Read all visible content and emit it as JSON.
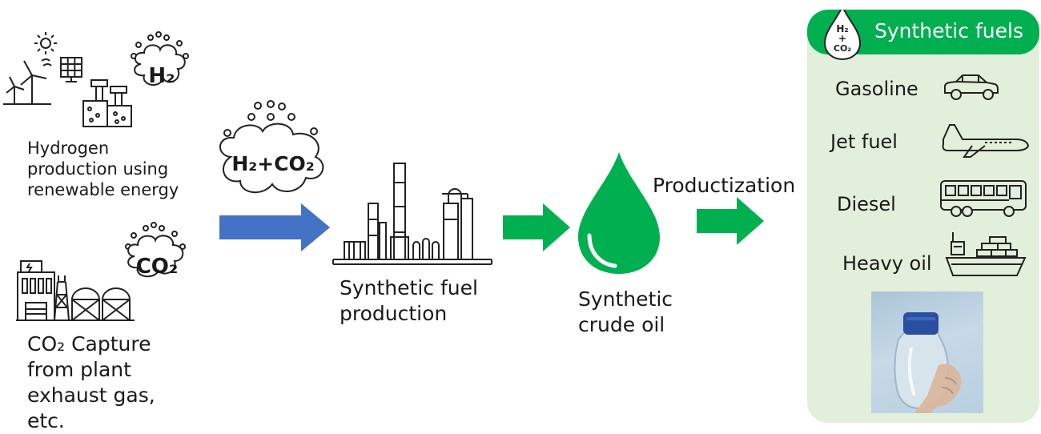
{
  "left": {
    "hydrogen_bubble": "H₂",
    "hydrogen_caption": [
      "Hydrogen",
      "production using",
      "renewable energy"
    ],
    "co2_bubble": "CO₂",
    "co2_caption": [
      "CO₂ Capture",
      "from plant",
      "exhaust gas,",
      "etc."
    ]
  },
  "middle": {
    "mix_bubble": "H₂+CO₂",
    "plant_caption": [
      "Synthetic fuel",
      "production"
    ],
    "drop_caption": [
      "Synthetic",
      "crude oil"
    ],
    "productization_label": "Productization"
  },
  "panel": {
    "title": "Synthetic fuels",
    "badge_text": [
      "H₂",
      "+",
      "CO₂"
    ],
    "items": [
      {
        "label": "Gasoline",
        "icon": "car-icon"
      },
      {
        "label": "Jet fuel",
        "icon": "airplane-icon"
      },
      {
        "label": "Diesel",
        "icon": "bus-icon"
      },
      {
        "label": "Heavy oil",
        "icon": "ship-icon"
      }
    ]
  },
  "colors": {
    "blue_arrow": "#4472c4",
    "green": "#00b050",
    "panel_bg": "#e2efda"
  }
}
